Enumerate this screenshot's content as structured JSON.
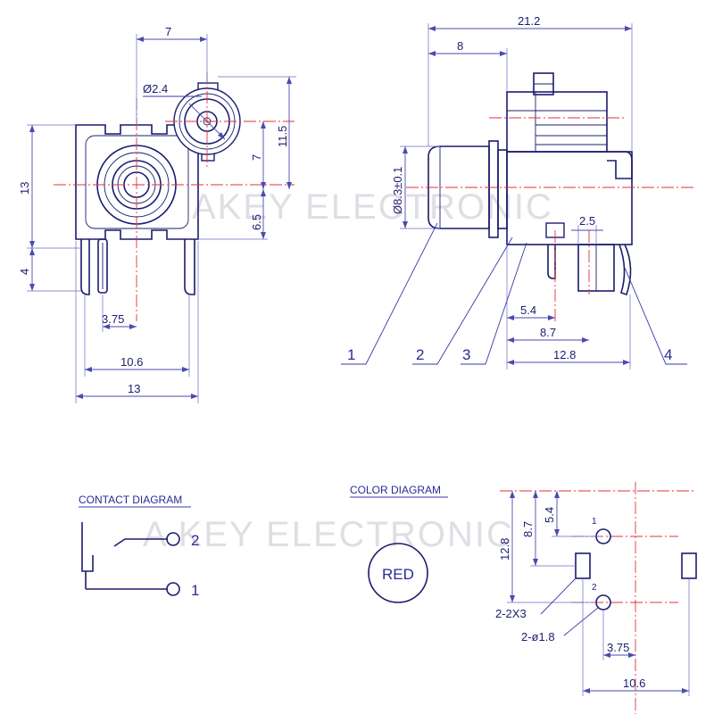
{
  "watermark": {
    "line1": "AKEY ELECTRONIC",
    "line2": "A KEY ELECTRONIC"
  },
  "front_view": {
    "dims": {
      "hole_dia": "Ø2.4",
      "hole_offset": "7",
      "height_top": "11.5",
      "height_mid": "7",
      "height_low": "6.5",
      "body_height": "13",
      "pin_length": "4",
      "pin_gap": "3.75",
      "pin_span": "10.6",
      "body_width": "13"
    }
  },
  "side_view": {
    "dims": {
      "total_length": "21.2",
      "front_length": "8",
      "diameter": "Ø8.3±0.1",
      "pin_width": "2.5",
      "d1": "5.4",
      "d2": "8.7",
      "d3": "12.8"
    },
    "callouts": [
      "1",
      "2",
      "3",
      "4"
    ]
  },
  "contact_diagram": {
    "title": "CONTACT DIAGRAM",
    "pins": [
      "2",
      "1"
    ]
  },
  "color_diagram": {
    "title": "COLOR DIAGRAM",
    "color_label": "RED"
  },
  "pcb_layout": {
    "dims": {
      "d1": "5.4",
      "d2": "8.7",
      "d3": "12.8",
      "slot": "2-2X3",
      "hole": "2-ø1.8",
      "gap": "3.75",
      "span": "10.6"
    },
    "pins": [
      "1",
      "2"
    ]
  },
  "colors": {
    "line": "#1c1c6e",
    "dimension": "#4a4ab0",
    "centerline": "#e0323a",
    "label": "#2a2a9a"
  }
}
